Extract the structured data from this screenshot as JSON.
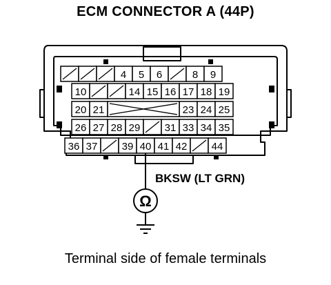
{
  "diagram": {
    "title": "ECM CONNECTOR A (44P)",
    "caption": "Terminal side of female terminals",
    "wire_label": "BKSW (LT GRN)",
    "probe_symbol": "Ω",
    "rows": [
      [
        "",
        "",
        "",
        "4",
        "5",
        "6",
        "",
        "8",
        "9"
      ],
      [
        "10",
        "",
        "",
        "14",
        "15",
        "16",
        "17",
        "18",
        "19"
      ],
      [
        "20",
        "21",
        "",
        "",
        "",
        "",
        "23",
        "24",
        "25"
      ],
      [
        "26",
        "27",
        "28",
        "29",
        "",
        "31",
        "33",
        "34",
        "35"
      ],
      [
        "36",
        "37",
        "",
        "39",
        "40",
        "41",
        "42",
        "",
        "44"
      ]
    ],
    "probe_terminal": "40",
    "colors": {
      "ink": "#000000",
      "background": "#ffffff"
    }
  }
}
